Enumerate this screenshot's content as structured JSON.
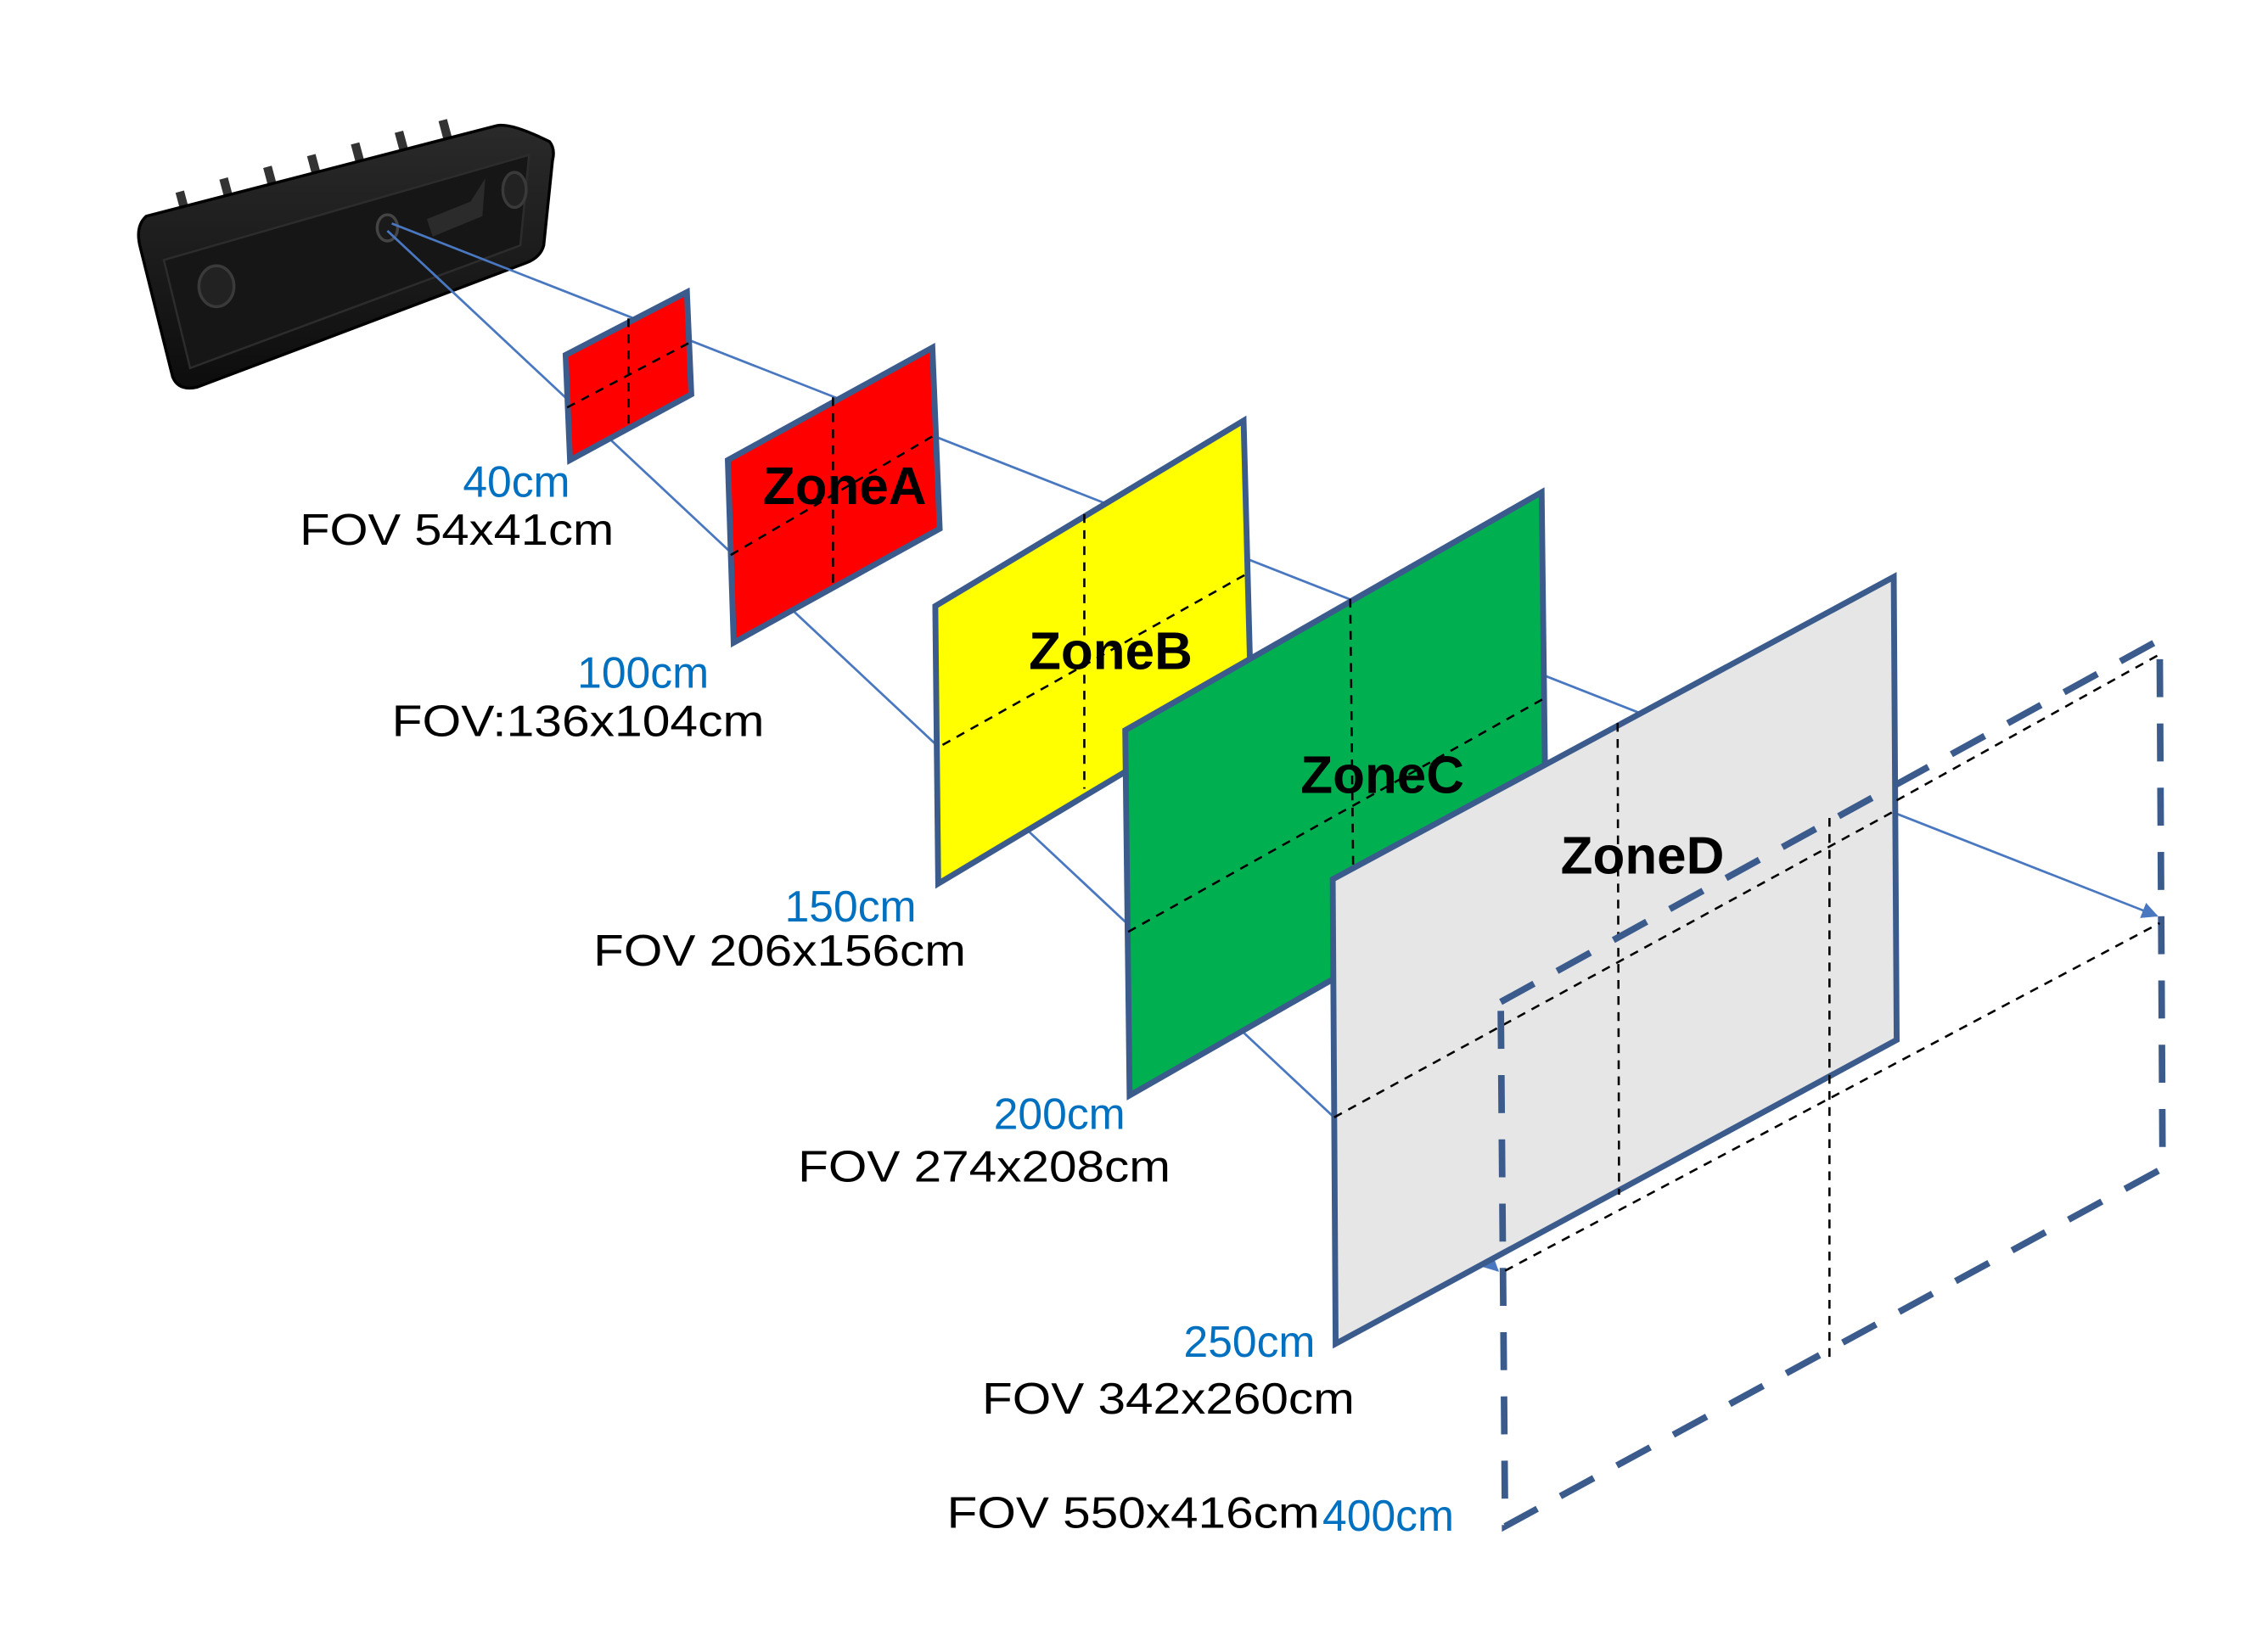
{
  "colors": {
    "zone_a": "#ff0000",
    "zone_b": "#ffff00",
    "zone_c": "#00b050",
    "zone_d": "#e6e6e6",
    "panel_border": "#3b5b8d",
    "distance_text": "#0070c0",
    "ray": "#4a78c0"
  },
  "camera": {
    "icon": "depth-camera"
  },
  "zones": [
    {
      "name": "",
      "distance": "40cm",
      "fov": "FOV 54x41cm"
    },
    {
      "name": "ZoneA",
      "distance": "100cm",
      "fov": "FOV:136x104cm"
    },
    {
      "name": "ZoneB",
      "distance": "150cm",
      "fov": "FOV 206x156cm"
    },
    {
      "name": "ZoneC",
      "distance": "200cm",
      "fov": "FOV 274x208cm"
    },
    {
      "name": "ZoneD",
      "distance": "250cm",
      "fov": "FOV 342x260cm"
    },
    {
      "name": "",
      "distance": "400cm",
      "fov": "FOV 550x416cm"
    }
  ]
}
